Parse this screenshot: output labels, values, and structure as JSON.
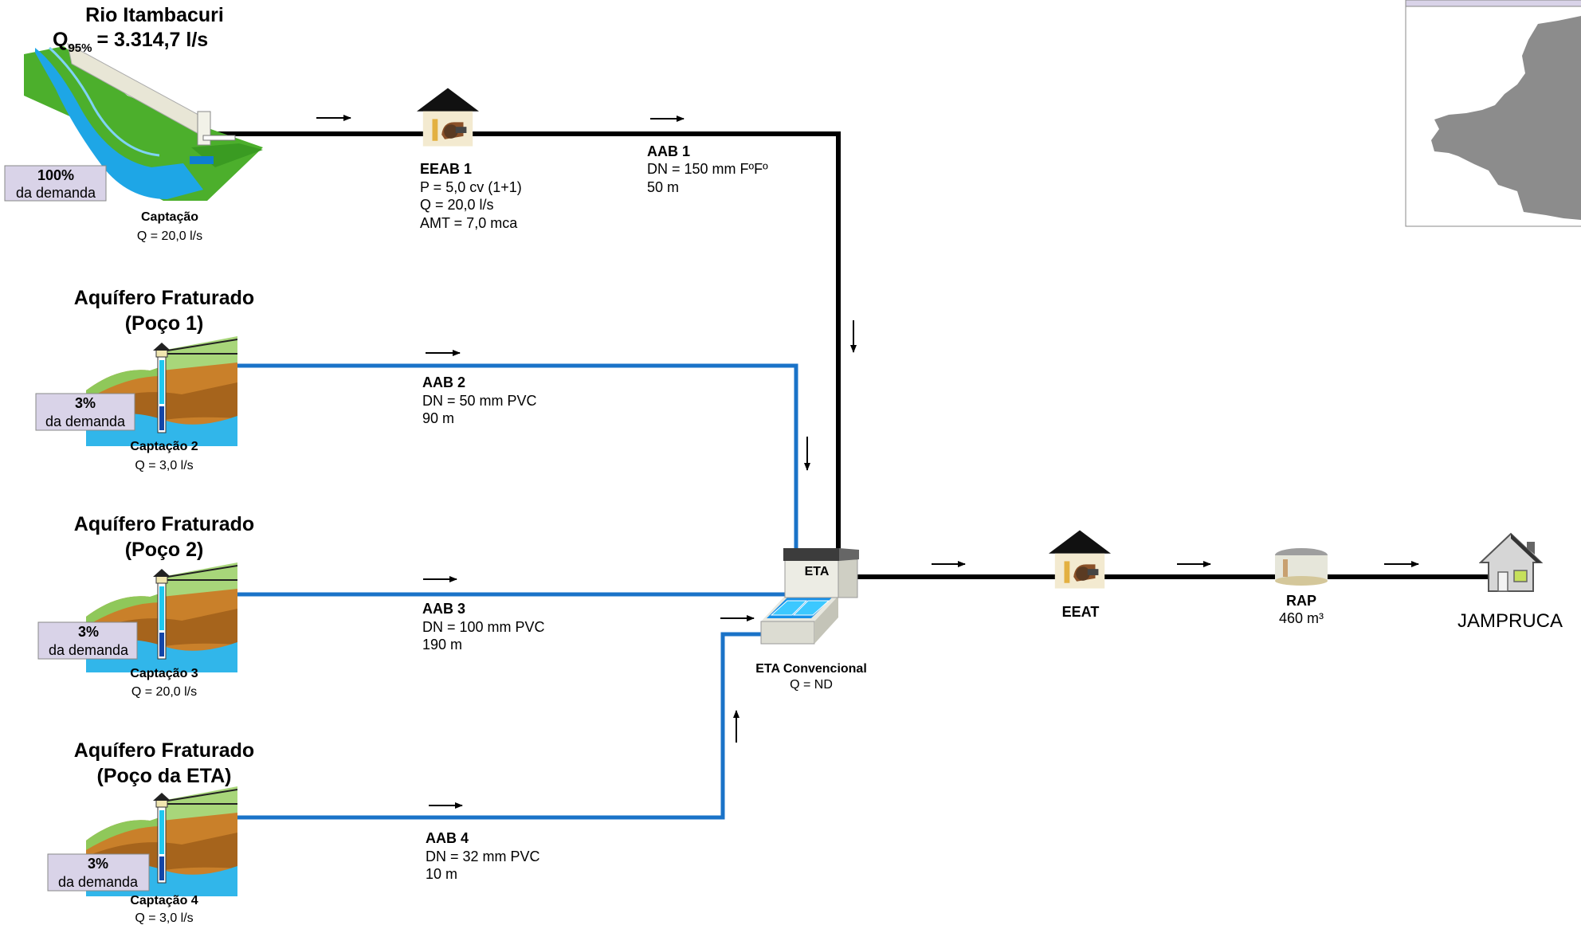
{
  "sources": {
    "river": {
      "name": "Rio Itambacuri",
      "q95_prefix": "Q",
      "q95_sub": "95%",
      "q95_value": "=  3.314,7 l/s",
      "demand_pct": "100%",
      "demand_label": "da demanda",
      "intake_label": "Captação",
      "intake_q": "Q = 20,0 l/s"
    },
    "well1": {
      "title_line1": "Aquífero Fraturado",
      "title_line2": "(Poço 1)",
      "demand_pct": "3%",
      "demand_label": "da demanda",
      "intake_label": "Captação 2",
      "intake_q": "Q = 3,0  l/s"
    },
    "well2": {
      "title_line1": "Aquífero Fraturado",
      "title_line2": "(Poço 2)",
      "demand_pct": "3%",
      "demand_label": "da demanda",
      "intake_label": "Captação 3",
      "intake_q": "Q = 20,0  l/s"
    },
    "well3": {
      "title_line1": "Aquífero Fraturado",
      "title_line2": "(Poço da ETA)",
      "demand_pct": "3%",
      "demand_label": "da demanda",
      "intake_label": "Captação 4",
      "intake_q": "Q = 3,0 l/s"
    }
  },
  "pump_station_1": {
    "name": "EEAB 1",
    "power": "P = 5,0 cv (1+1)",
    "flow": "Q = 20,0 l/s",
    "head": "AMT = 7,0 mca"
  },
  "pipes": {
    "aab1": {
      "name": "AAB 1",
      "dn": "DN = 150 mm FºFº",
      "length": "50 m"
    },
    "aab2": {
      "name": "AAB 2",
      "dn": "DN = 50 mm PVC",
      "length": "90 m"
    },
    "aab3": {
      "name": "AAB 3",
      "dn": "DN = 100 mm PVC",
      "length": "190 m"
    },
    "aab4": {
      "name": "AAB 4",
      "dn": "DN = 32 mm PVC",
      "length": "10 m"
    }
  },
  "eta": {
    "roof_label": "ETA",
    "name": "ETA Convencional",
    "flow": "Q = ND"
  },
  "eeat": {
    "name": "EEAT"
  },
  "rap": {
    "name": "RAP",
    "volume": "460 m³"
  },
  "destination": {
    "name": "JAMPRUCA"
  },
  "icons": {
    "river_intake": "river-intake-icon",
    "pump_station": "pump-house-icon",
    "well": "well-aquifer-icon",
    "treatment_plant": "treatment-plant-icon",
    "reservoir": "reservoir-tank-icon",
    "destination": "house-icon",
    "location_map": "location-map-icon"
  },
  "colors": {
    "surface_pipe": "#000000",
    "groundwater_pipe": "#1a73c8",
    "demand_box": "#d9d3e8",
    "grass": "#4caf2c",
    "water": "#1ea6e6",
    "map_region": "#8c8c8c"
  }
}
